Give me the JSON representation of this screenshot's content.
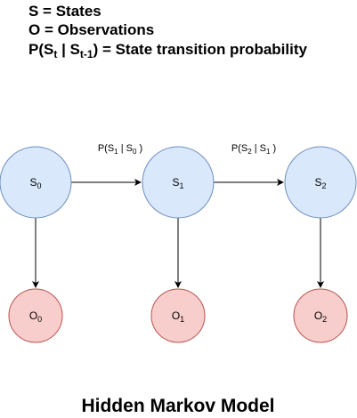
{
  "legend": {
    "states": {
      "main": "S = States"
    },
    "observations": {
      "main": "O = Observations"
    },
    "transition": {
      "p_open": "P(S",
      "t_sub": "t",
      "bar": " | S",
      "t1_sub": "t-1",
      "rest": ") = State transition probability"
    }
  },
  "nodes": {
    "s0": {
      "letter": "S",
      "sub": "0"
    },
    "s1": {
      "letter": "S",
      "sub": "1"
    },
    "s2": {
      "letter": "S",
      "sub": "2"
    },
    "o0": {
      "letter": "O",
      "sub": "0"
    },
    "o1": {
      "letter": "O",
      "sub": "1"
    },
    "o2": {
      "letter": "O",
      "sub": "2"
    }
  },
  "edges": {
    "s0_s1": {
      "p_open": "P(S",
      "sub_a": "1",
      "bar": " | S",
      "sub_b": "0",
      "close": " )"
    },
    "s1_s2": {
      "p_open": "P(S",
      "sub_a": "2",
      "bar": " | S",
      "sub_b": "1",
      "close": " )"
    }
  },
  "title": "Hidden Markov Model",
  "colors": {
    "state_fill": "#dae8fc",
    "state_stroke": "#6c8ebf",
    "obs_fill": "#f8cecc",
    "obs_stroke": "#b85450",
    "edge": "#000000"
  }
}
